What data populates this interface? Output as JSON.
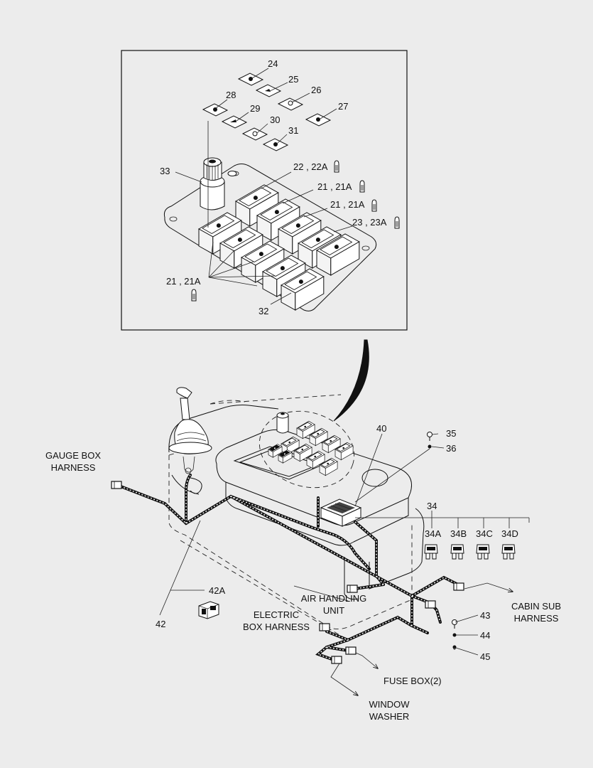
{
  "labels": {
    "p24": "24",
    "p25": "25",
    "p26": "26",
    "p27": "27",
    "p28": "28",
    "p29": "29",
    "p30": "30",
    "p31": "31",
    "p33": "33",
    "p22": "22 , 22A",
    "p21a": "21 , 21A",
    "p21b": "21 , 21A",
    "p23": "23 , 23A",
    "p21c": "21 , 21A",
    "p32": "32",
    "p40": "40",
    "p35": "35",
    "p36": "36",
    "p34": "34",
    "p34a": "34A",
    "p34b": "34B",
    "p34c": "34C",
    "p34d": "34D",
    "p42a": "42A",
    "p42": "42",
    "p43": "43",
    "p44": "44",
    "p45": "45",
    "gauge1": "GAUGE BOX",
    "gauge2": "HARNESS",
    "air1": "AIR HANDLING",
    "air2": "UNIT",
    "elec1": "ELECTRIC",
    "elec2": "BOX HARNESS",
    "cabin1": "CABIN SUB",
    "cabin2": "HARNESS",
    "fuse": "FUSE BOX(2)",
    "wash1": "WINDOW",
    "wash2": "WASHER"
  }
}
